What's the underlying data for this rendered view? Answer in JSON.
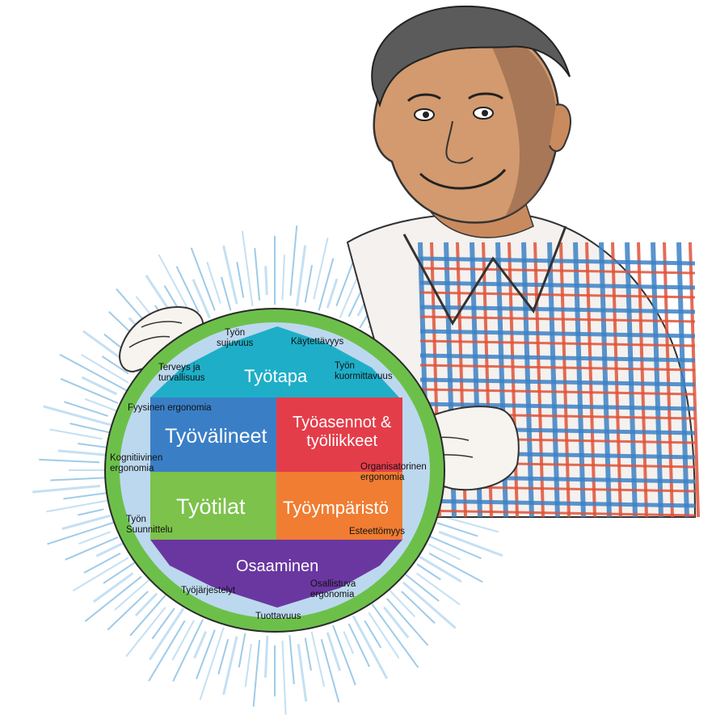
{
  "colors": {
    "ring": "#6cc04a",
    "inner_circle": "#bcd8ee",
    "top": "#1eaec8",
    "tools": "#3a7fc6",
    "postures": "#e43d4a",
    "spaces": "#7cc24b",
    "environment": "#f07d32",
    "skills": "#6a37a0",
    "shirt_red": "#e0533a",
    "shirt_blue": "#3d82c6"
  },
  "sections": {
    "tyotapa": "Työtapa",
    "tyovalineet": "Työvälineet",
    "tyoasennot": "Työasennot &\ntyöliikkeet",
    "tyotilat": "Työtilat",
    "tyoymparisto": "Työympäristö",
    "osaaminen": "Osaaminen"
  },
  "ring_labels": {
    "tyon_sujuvuus": "Työn\nsujuvuus",
    "kaytettavyys": "Käytettävyys",
    "terveys": "Terveys ja\nturvallisuus",
    "tyon_kuormittavuus": "Työn\nkuormittavuus",
    "fyysinen": "Fyysinen ergonomia",
    "kognitiivinen": "Kognitiivinen\nergonomia",
    "organisatorinen": "Organisatorinen\nergonomia",
    "tyon_suunnittelu": "Työn\nSuunnittelu",
    "esteettomyys": "Esteettömyys",
    "tyojarjestelyt": "Työjärjestelyt",
    "osallistuva": "Osallistuva\nergonomia",
    "tuottavuus": "Tuottavuus"
  },
  "figure": {
    "person": "person-illustration",
    "glow": "glow-rays"
  }
}
